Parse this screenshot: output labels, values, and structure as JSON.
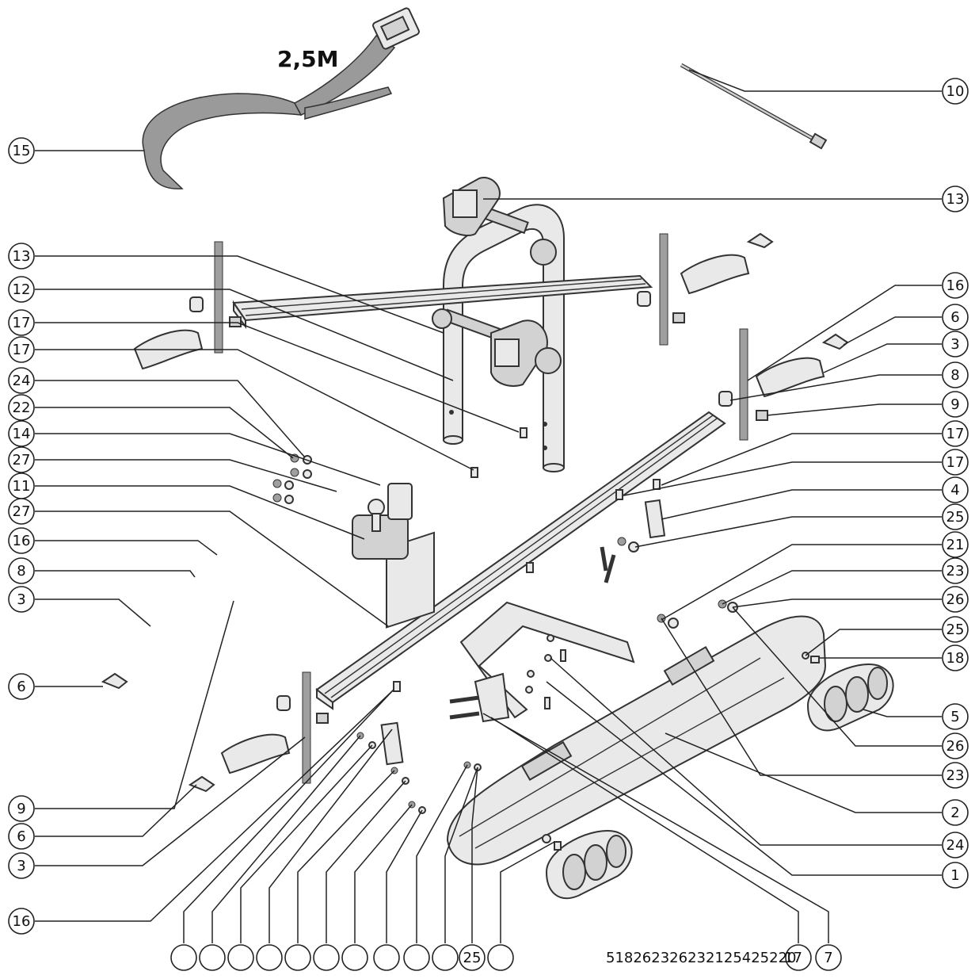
{
  "diagram": {
    "length_note": "2,5M",
    "callouts": {
      "c15": "15",
      "c10": "10",
      "c13a": "13",
      "c13b": "13",
      "c12": "12",
      "c17a": "17",
      "c17b": "17",
      "c24a": "24",
      "c22": "22",
      "c14": "14",
      "c27a": "27",
      "c11": "11",
      "c27b": "27",
      "c16a": "16",
      "c8a": "8",
      "c3a": "3",
      "c6a": "6",
      "c9a": "9",
      "c6b": "6",
      "c3b": "3",
      "c16b": "16",
      "c16r": "16",
      "c6r": "6",
      "c3r": "3",
      "c8r": "8",
      "c9r": "9",
      "c17r1": "17",
      "c17r2": "17",
      "c4": "4",
      "c25r1": "25",
      "c21": "21",
      "c23r1": "23",
      "c26r1": "26",
      "c25r2": "25",
      "c18": "18",
      "c5": "5",
      "c26r2": "26",
      "c23r2": "23",
      "c2": "2",
      "c24r": "24",
      "c1": "1",
      "c25b": "25",
      "c7": "7",
      "bottom_run": "518262326232125425220",
      "bottom_overlap": "17"
    }
  }
}
